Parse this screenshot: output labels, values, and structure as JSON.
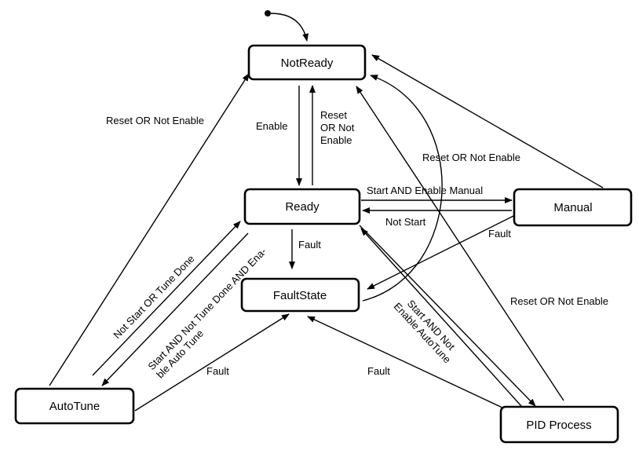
{
  "states": {
    "notready": "NotReady",
    "ready": "Ready",
    "manual": "Manual",
    "faultstate": "FaultState",
    "autotune": "AutoTune",
    "pid": "PID Process"
  },
  "transitions": {
    "enable": "Enable",
    "reset_short": [
      "Reset",
      "OR Not",
      "Enable"
    ],
    "reset_autotune": "Reset OR Not Enable",
    "reset_manual": "Reset OR Not Enable",
    "reset_pid": "Reset OR Not Enable",
    "start_manual": "Start AND Enable Manual",
    "not_start": "Not Start",
    "fault_manual": "Fault",
    "fault_ready": "Fault",
    "fault_autotune": "Fault",
    "fault_pid": "Fault",
    "not_start_tune_done": "Not Start OR Tune Done",
    "start_autotune": [
      "Start AND Not Tune Done AND Ena-",
      "ble Auto Tune"
    ],
    "start_not_autotune": [
      "Start AND Not",
      "Enable AutoTune"
    ]
  }
}
